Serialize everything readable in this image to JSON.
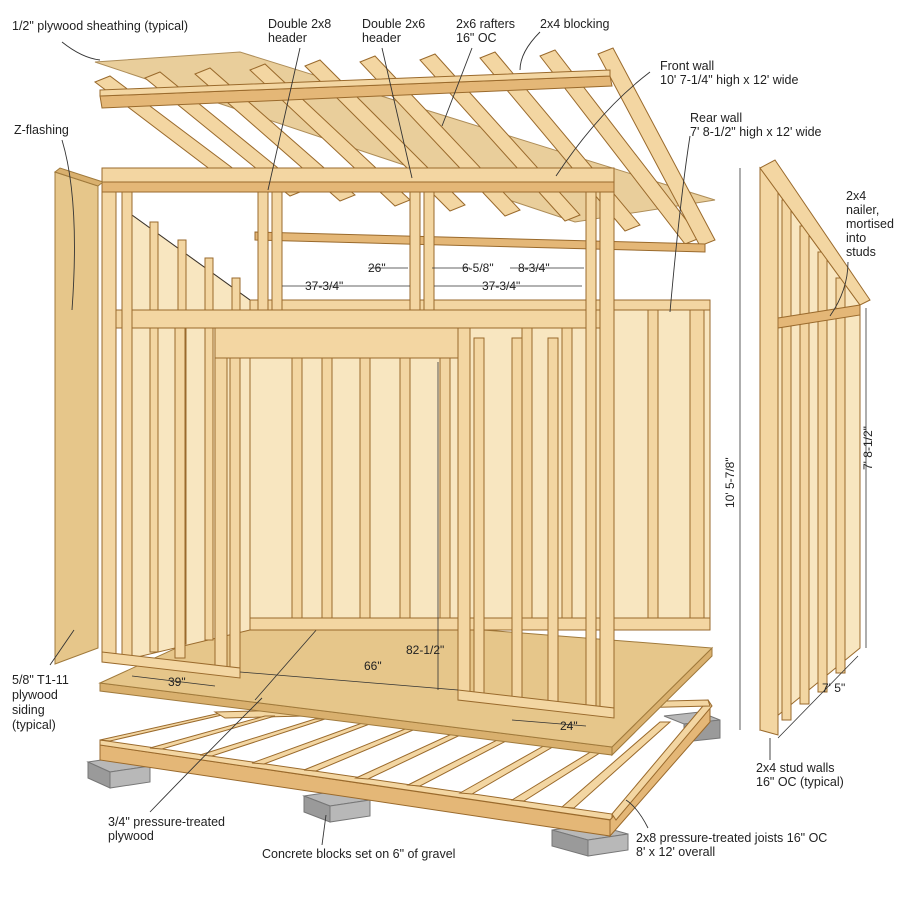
{
  "labels": {
    "sheathing": "1/2\" plywood sheathing (typical)",
    "double_header_1": [
      "Double 2x8",
      "header"
    ],
    "double_header_2": [
      "Double 2x6",
      "header"
    ],
    "rafters": [
      "2x6 rafters",
      "16\" OC"
    ],
    "blocking": "2x4 blocking",
    "front_wall": [
      "Front wall",
      "10' 7-1/4\" high x 12' wide"
    ],
    "rear_wall": [
      "Rear wall",
      "7' 8-1/2\" high x 12' wide"
    ],
    "z_flashing": "Z-flashing",
    "nailer": [
      "2x4",
      "nailer,",
      "mortised",
      "into",
      "studs"
    ],
    "siding": [
      "5/8\" T1-11",
      "plywood",
      "siding",
      "(typical)"
    ],
    "stud_walls": [
      "2x4 stud walls",
      "16\" OC (typical)"
    ],
    "pt_plywood": [
      "3/4\" pressure-treated",
      "plywood"
    ],
    "concrete": "Concrete blocks set on 6\" of gravel",
    "joists": [
      "2x8 pressure-treated joists 16\" OC",
      "8' x 12' overall"
    ]
  },
  "dimensions": {
    "d26": "26\"",
    "d6_5_8": "6-5/8\"",
    "d8_3_4": "8-3/4\"",
    "d37_left": "37-3/4\"",
    "d37_right": "37-3/4\"",
    "d82": "82-1/2\"",
    "d66": "66\"",
    "d39": "39\"",
    "d24": "24\"",
    "d10": "10' 5-7/8\"",
    "d7_8": "7' 8-1/2\"",
    "d7_5": "7' 5\""
  },
  "colors": {
    "wood": "#f3d6a2",
    "wood_dark": "#e4b777",
    "plywood": "#e6c68a",
    "concrete": "#b8b8b8",
    "text": "#222222"
  }
}
